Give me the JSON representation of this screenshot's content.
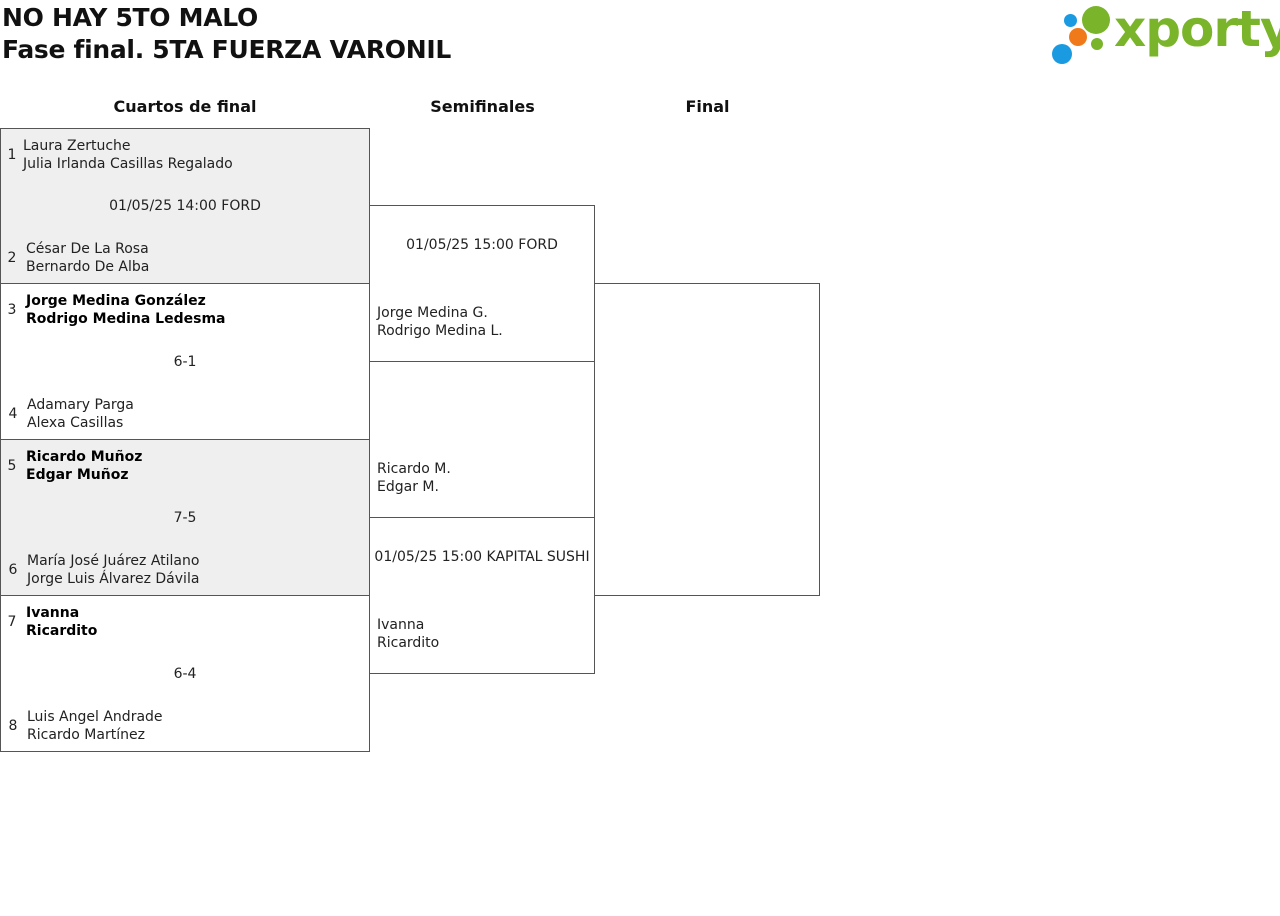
{
  "header": {
    "title": "NO HAY 5TO MALO",
    "subtitle": "Fase final. 5TA FUERZA VARONIL"
  },
  "logo": {
    "text": "xporty",
    "colors": {
      "green": "#7ab42a",
      "blue": "#1a9ae0",
      "orange": "#f07a1a"
    }
  },
  "rounds": {
    "quarter": "Cuartos de final",
    "semi": "Semifinales",
    "final": "Final"
  },
  "quarterfinals": [
    {
      "top": {
        "seed": "1",
        "player1": "Laura Zertuche",
        "player2": "Julia Irlanda Casillas Regalado"
      },
      "info": "01/05/25 14:00 FORD",
      "bottom": {
        "seed": "2",
        "player1": "César De La Rosa",
        "player2": "Bernardo De Alba"
      }
    },
    {
      "top": {
        "seed": "3",
        "player1": "Jorge Medina González",
        "player2": "Rodrigo Medina Ledesma"
      },
      "info": "6-1",
      "bottom": {
        "seed": "4",
        "player1": "Adamary Parga",
        "player2": "Alexa Casillas"
      }
    },
    {
      "top": {
        "seed": "5",
        "player1": "Ricardo Muñoz",
        "player2": "Edgar Muñoz"
      },
      "info": "7-5",
      "bottom": {
        "seed": "6",
        "player1": "María José Juárez Atilano",
        "player2": "Jorge Luis Álvarez Dávila"
      }
    },
    {
      "top": {
        "seed": "7",
        "player1": "Ivanna",
        "player2": "Ricardito"
      },
      "info": "6-4",
      "bottom": {
        "seed": "8",
        "player1": "Luis Angel Andrade",
        "player2": "Ricardo Martínez"
      }
    }
  ],
  "semifinals": [
    {
      "info": "01/05/25 15:00 FORD",
      "bottom": {
        "player1": "Jorge Medina G.",
        "player2": "Rodrigo Medina L."
      }
    },
    {
      "info": "01/05/25 15:00 KAPITAL SUSHI",
      "top": {
        "player1": "Ricardo M.",
        "player2": "Edgar M."
      },
      "bottom": {
        "player1": "Ivanna",
        "player2": "Ricardito"
      }
    }
  ]
}
